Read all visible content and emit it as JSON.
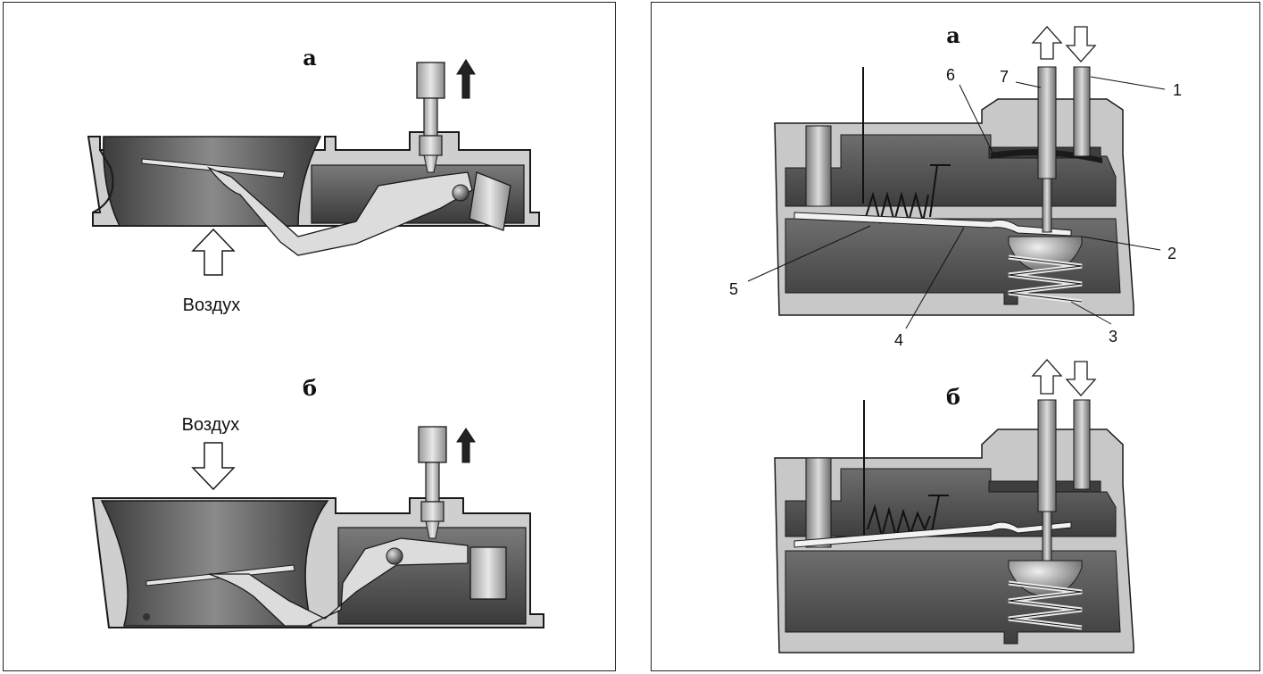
{
  "left": {
    "top_label": "а",
    "bottom_label": "б",
    "air_label_top": "Воздух",
    "air_label_bottom": "Воздух"
  },
  "right": {
    "top_label": "а",
    "bottom_label": "б",
    "callouts": [
      "1",
      "2",
      "3",
      "4",
      "5",
      "6",
      "7"
    ]
  },
  "icons": {
    "air_arrow_up": "hollow-arrow-up-icon",
    "air_arrow_down": "hollow-arrow-down-icon",
    "motion_arrow": "solid-arrow-up-icon",
    "port_out": "hollow-arrow-up-icon",
    "port_in": "hollow-arrow-down-icon"
  },
  "colors": {
    "body_light": "#c4c4c4",
    "body_dark": "#555555",
    "outline": "#1a1a1a"
  }
}
